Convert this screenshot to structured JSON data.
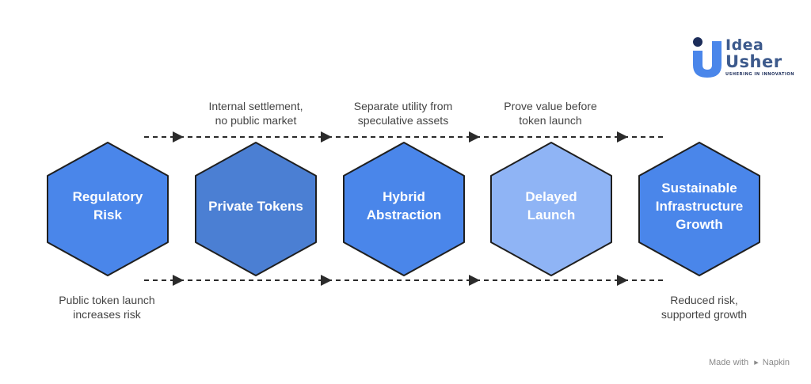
{
  "logo": {
    "line1": "Idea",
    "line2": "Usher",
    "tagline": "USHERING IN INNOVATION"
  },
  "steps": [
    {
      "label": "Regulatory\nRisk",
      "color": "#4a86ea"
    },
    {
      "label": "Private Tokens",
      "color": "#4b7fd3"
    },
    {
      "label": "Hybrid\nAbstraction",
      "color": "#4a86ea"
    },
    {
      "label": "Delayed\nLaunch",
      "color": "#8fb4f5"
    },
    {
      "label": "Sustainable\nInfrastructure\nGrowth",
      "color": "#4a86ea"
    }
  ],
  "captions_top": [
    "Internal settlement,\nno public market",
    "Separate utility from\nspeculative assets",
    "Prove value before\ntoken launch"
  ],
  "captions_bottom": [
    "Public token launch\nincreases risk",
    "Reduced risk,\nsupported growth"
  ],
  "footer": {
    "made_with": "Made with",
    "brand": "Napkin"
  },
  "colors": {
    "hex_stroke": "#1f1f1f",
    "arrow": "#2b2b2b"
  }
}
